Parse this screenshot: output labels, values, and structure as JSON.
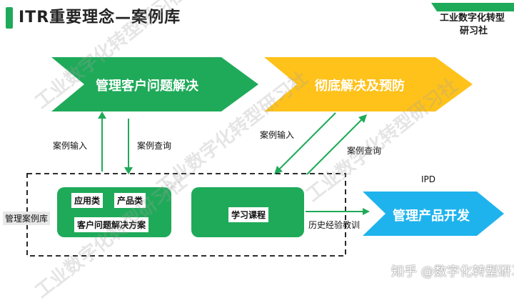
{
  "header": {
    "title": "ITR重要理念—案例库",
    "logo_line1": "工业数字化转型",
    "logo_line2": "研习社"
  },
  "arrows": {
    "manage_problem": "管理客户问题解决",
    "prevent": "彻底解决及预防",
    "product_dev": "管理产品开发"
  },
  "flows": {
    "case_input_left": "案例输入",
    "case_query_left": "案例查询",
    "case_input_right": "案例输入",
    "case_query_right": "案例查询",
    "history": "历史经验教训",
    "ipd": "IPD"
  },
  "library": {
    "label": "管理案例库",
    "app_class": "应用类",
    "product_class": "产品类",
    "solution": "客户问题解决方案",
    "course": "学习课程"
  },
  "watermark": "工业数字化转型研习社",
  "footer": "知乎 @数字化转型研习社",
  "colors": {
    "green": "#1faa59",
    "yellow": "#ffc21a",
    "blue": "#1fb3ee"
  }
}
